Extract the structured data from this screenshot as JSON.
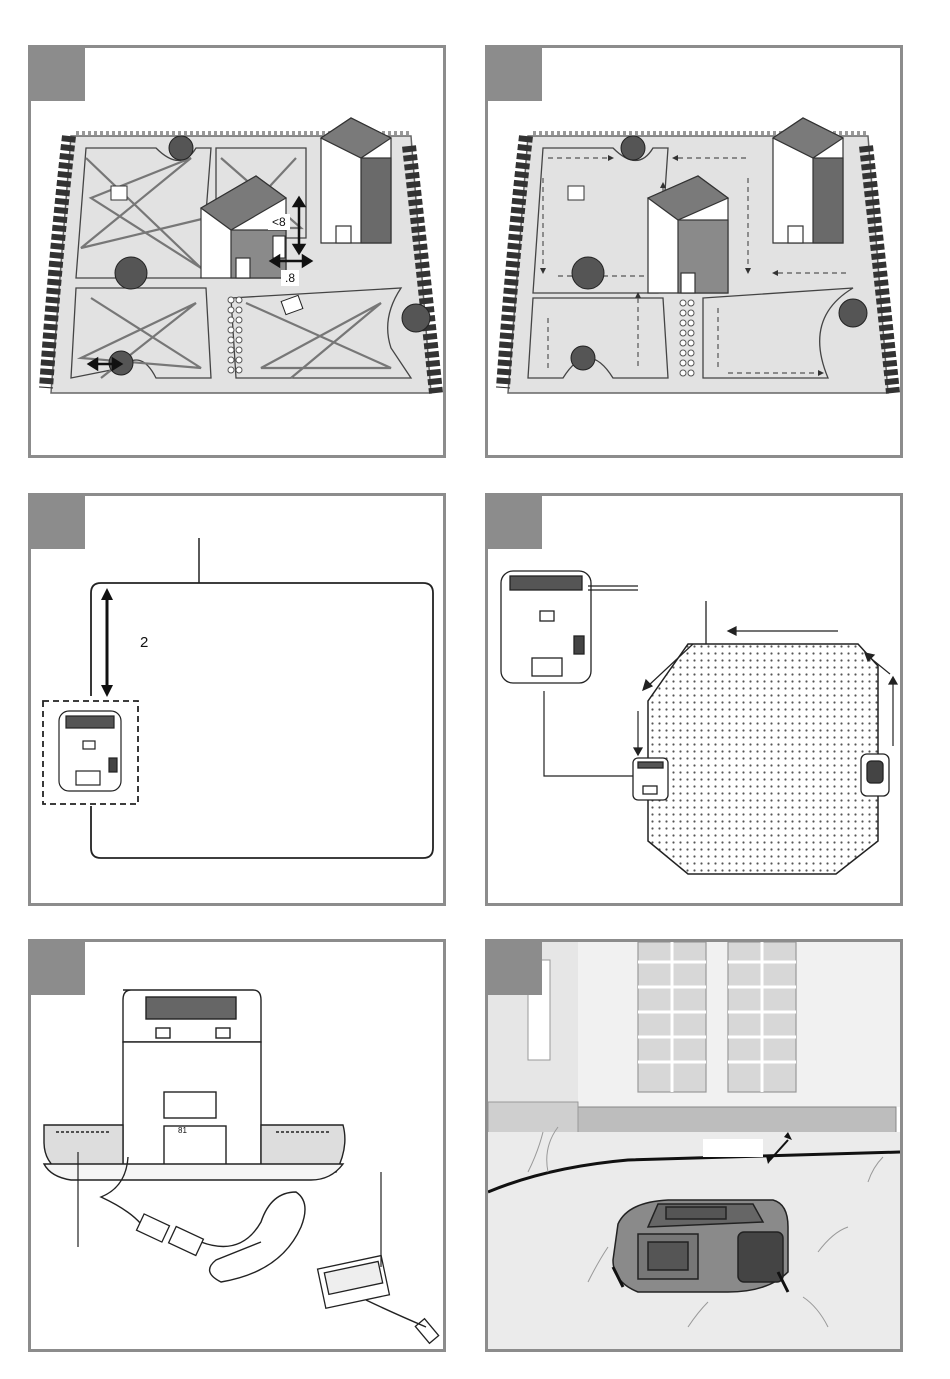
{
  "panels": {
    "p1": {
      "label_max": "<8",
      "label_min": ".8"
    },
    "p3": {
      "label_distance": "2"
    },
    "p5": {
      "socket_label": "81"
    }
  }
}
